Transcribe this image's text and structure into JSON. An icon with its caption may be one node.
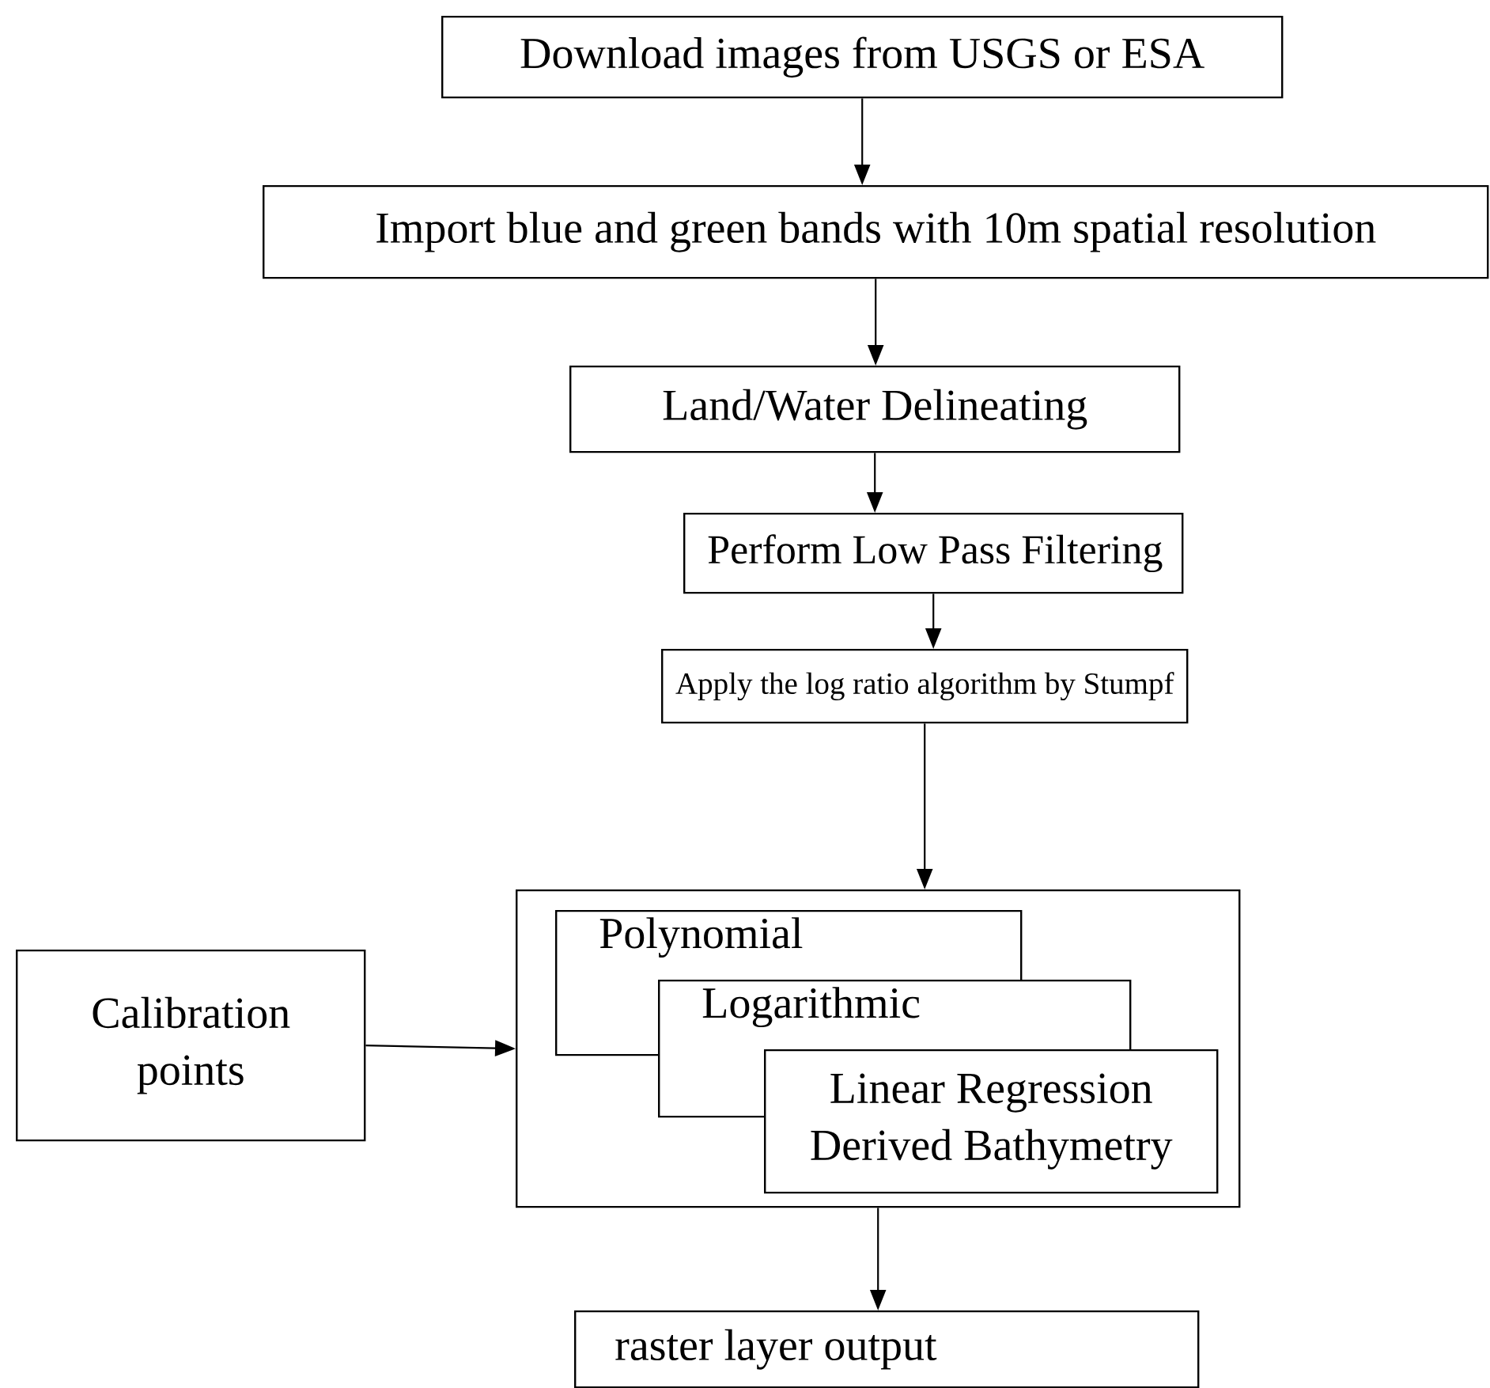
{
  "diagram": {
    "nodes": [
      {
        "text": [
          "Download images from USGS or ESA"
        ]
      },
      {
        "text": [
          "Import blue and green bands with 10m spatial resolution"
        ]
      },
      {
        "text": [
          "Land/Water Delineating"
        ]
      },
      {
        "text": [
          "Perform Low Pass Filtering"
        ]
      },
      {
        "text": [
          "Apply the log ratio algorithm by Stumpf"
        ]
      },
      {
        "text": [],
        "shape": "box"
      },
      {
        "text": [
          "Polynomial"
        ],
        "in": 5
      },
      {
        "text": [
          "Logarithmic"
        ],
        "in": 5
      },
      {
        "text": [
          "Linear Regression Derived Bathymetry"
        ],
        "in": 5
      },
      {
        "text": [
          "Calibration points"
        ]
      },
      {
        "text": [
          "raster layer output"
        ]
      }
    ],
    "edges": [
      {
        "from": 0,
        "to": 1,
        "arrow": "to"
      },
      {
        "from": 1,
        "to": 2,
        "arrow": "to"
      },
      {
        "from": 2,
        "to": 3,
        "arrow": "to"
      },
      {
        "from": 3,
        "to": 4,
        "arrow": "to"
      },
      {
        "from": 4,
        "to": 5,
        "arrow": "to"
      },
      {
        "from": 9,
        "to": 5,
        "arrow": "to"
      },
      {
        "from": 5,
        "to": 10,
        "arrow": "to"
      }
    ]
  }
}
